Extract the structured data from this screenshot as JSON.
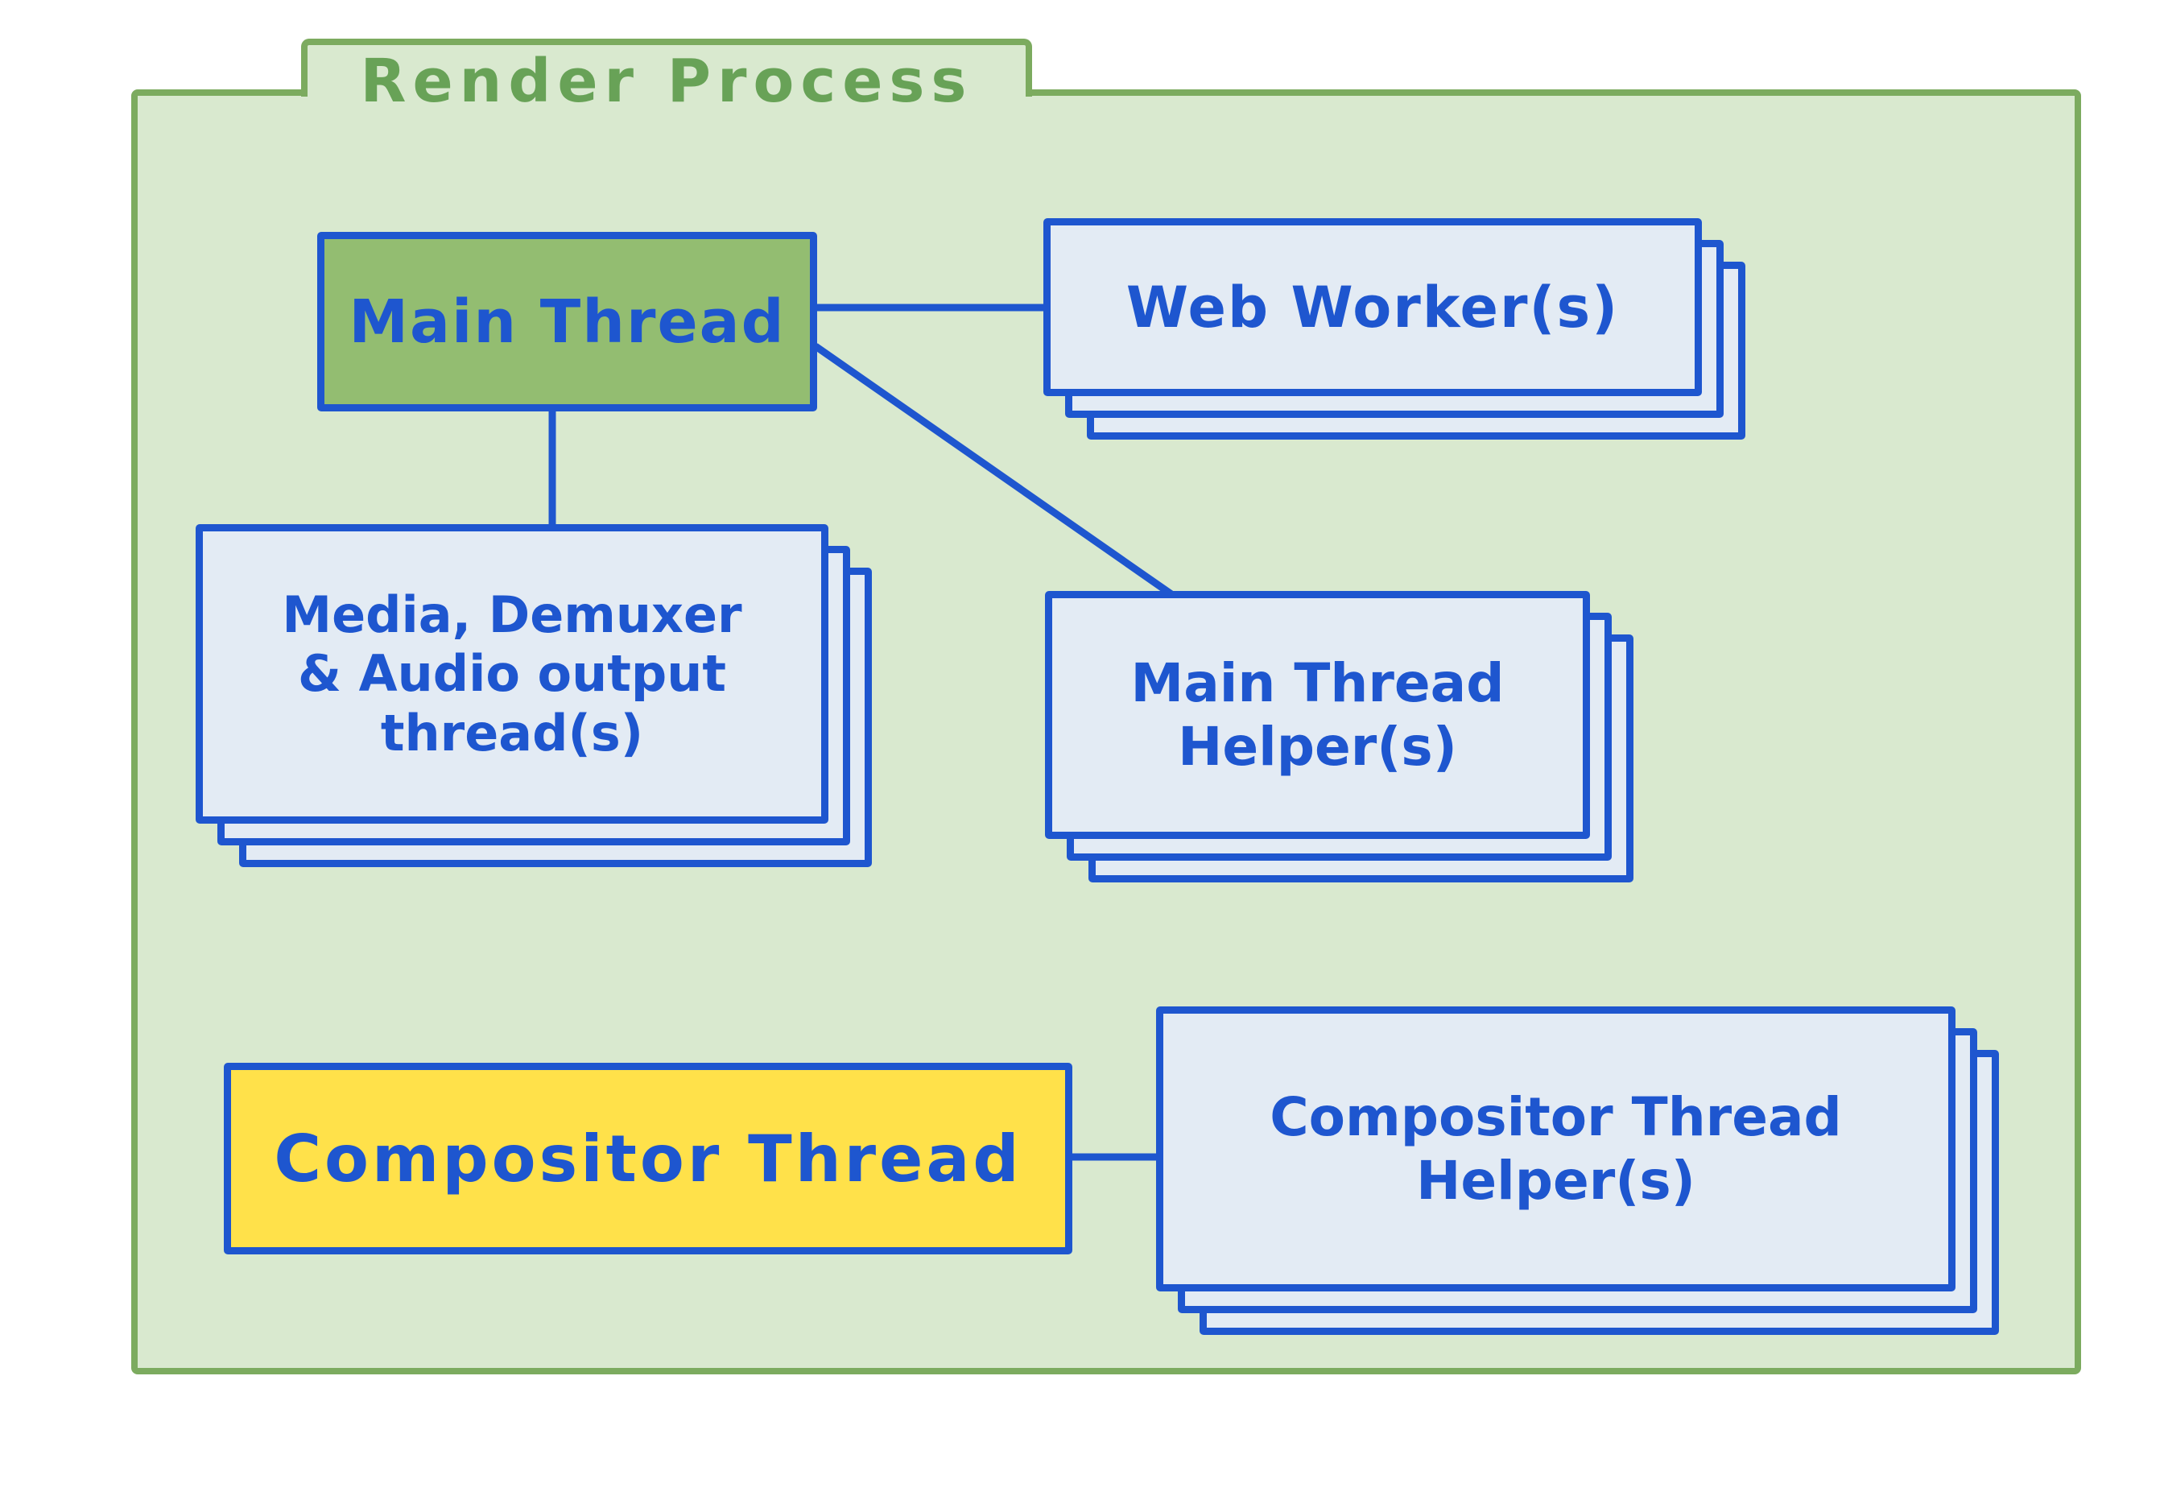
{
  "diagram": {
    "title": "Render Process",
    "colors": {
      "container_fill": "#d9e9cf",
      "container_border": "#7cab5f",
      "title_text": "#68a257",
      "node_border": "#1e56cf",
      "label_text": "#1e56cf",
      "stack_fill": "#e3ebf4",
      "main_thread_fill": "#93bd71",
      "compositor_thread_fill": "#ffe14a"
    },
    "nodes": {
      "main_thread": {
        "label": "Main Thread",
        "style": "solid-green"
      },
      "web_workers": {
        "label": "Web Worker(s)",
        "style": "stacked"
      },
      "media_threads": {
        "line1": "Media, Demuxer",
        "line2": "& Audio output",
        "line3": "thread(s)",
        "style": "stacked"
      },
      "main_thread_helpers": {
        "line1": "Main Thread",
        "line2": "Helper(s)",
        "style": "stacked"
      },
      "compositor_thread": {
        "label": "Compositor Thread",
        "style": "solid-yellow"
      },
      "compositor_thread_helpers": {
        "line1": "Compositor Thread",
        "line2": "Helper(s)",
        "style": "stacked"
      }
    },
    "edges": [
      {
        "from": "main_thread",
        "to": "web_workers"
      },
      {
        "from": "main_thread",
        "to": "media_threads"
      },
      {
        "from": "main_thread",
        "to": "main_thread_helpers"
      },
      {
        "from": "compositor_thread",
        "to": "compositor_thread_helpers"
      }
    ]
  }
}
